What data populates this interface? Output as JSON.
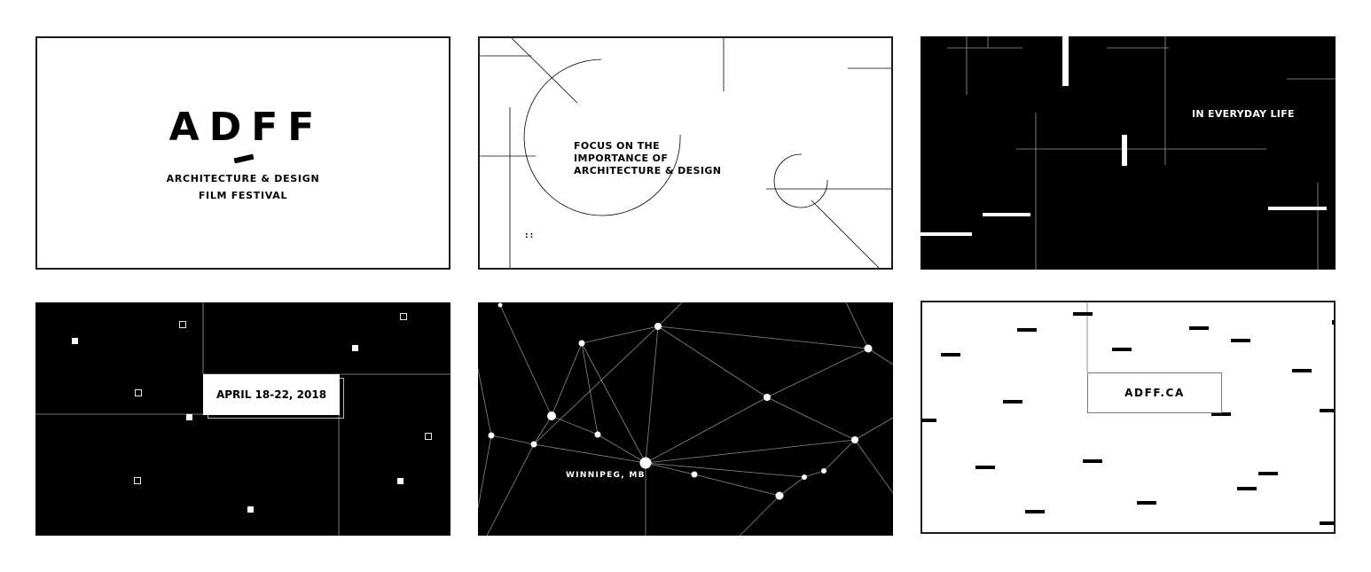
{
  "panels": {
    "p1": {
      "logo": "ADFF",
      "line1": "ARCHITECTURE & DESIGN",
      "line2": "FILM FESTIVAL"
    },
    "p2": {
      "text_line1": "FOCUS ON THE",
      "text_line2": "IMPORTANCE OF",
      "text_line3": "ARCHITECTURE & DESIGN",
      "dots": "::"
    },
    "p3": {
      "text": "IN EVERYDAY LIFE"
    },
    "p4": {
      "date": "APRIL 18-22, 2018"
    },
    "p5": {
      "city": "WINNIPEG, MB"
    },
    "p6": {
      "url": "ADFF.CA"
    }
  },
  "colors": {
    "ink": "#000000",
    "paper": "#ffffff",
    "hairline": "#9a9a9a"
  }
}
